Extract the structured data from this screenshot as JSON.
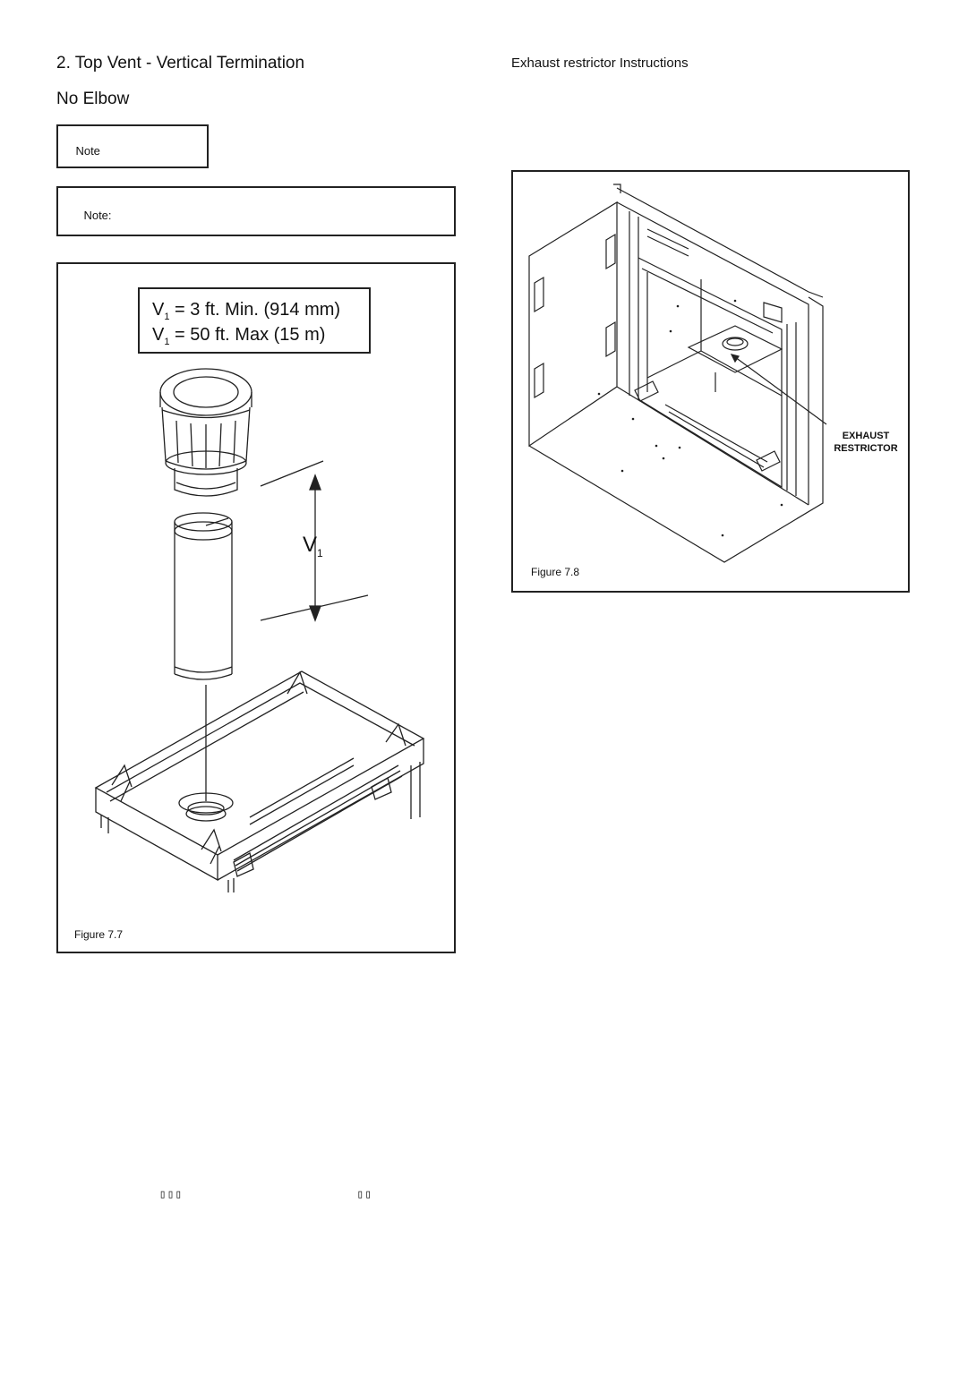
{
  "left": {
    "section_title": "2.  Top Vent - Vertical Termination",
    "subsection_title": "No Elbow",
    "note1": {
      "label": "Note",
      "line1_garbled": "          ",
      "line2_garbled": "            "
    },
    "note2": {
      "label": "Note:",
      "line1_garbled": "                                             ",
      "line2_garbled": "                                        "
    },
    "figure_7_7": {
      "spec_line1_main": "V",
      "spec_line1_sub": "1",
      "spec_line1_rest": " = 3 ft. Min. (914 mm)",
      "spec_line2_main": "V",
      "spec_line2_sub": "1",
      "spec_line2_rest": " = 50 ft. Max (15 m)",
      "dimension_label": "V",
      "dimension_sub": "1",
      "caption": "Figure 7.7"
    },
    "body_text_garbled": [
      "                                            ",
      "                                           ",
      "                                                 ",
      "             ▯▯▯                      ▯▯     ",
      "                                                   ",
      "                                                  ",
      "                 "
    ]
  },
  "right": {
    "section_title": "Exhaust restrictor Instructions",
    "body_text_garbled": [
      "                                                ",
      "                                               ",
      "                                               ",
      "                            "
    ],
    "figure_7_8": {
      "callout_line1": "EXHAUST",
      "callout_line2": "RESTRICTOR",
      "caption": "Figure 7.8"
    }
  },
  "footer": {
    "text_garbled": "                                  ",
    "page_garbled": " "
  }
}
